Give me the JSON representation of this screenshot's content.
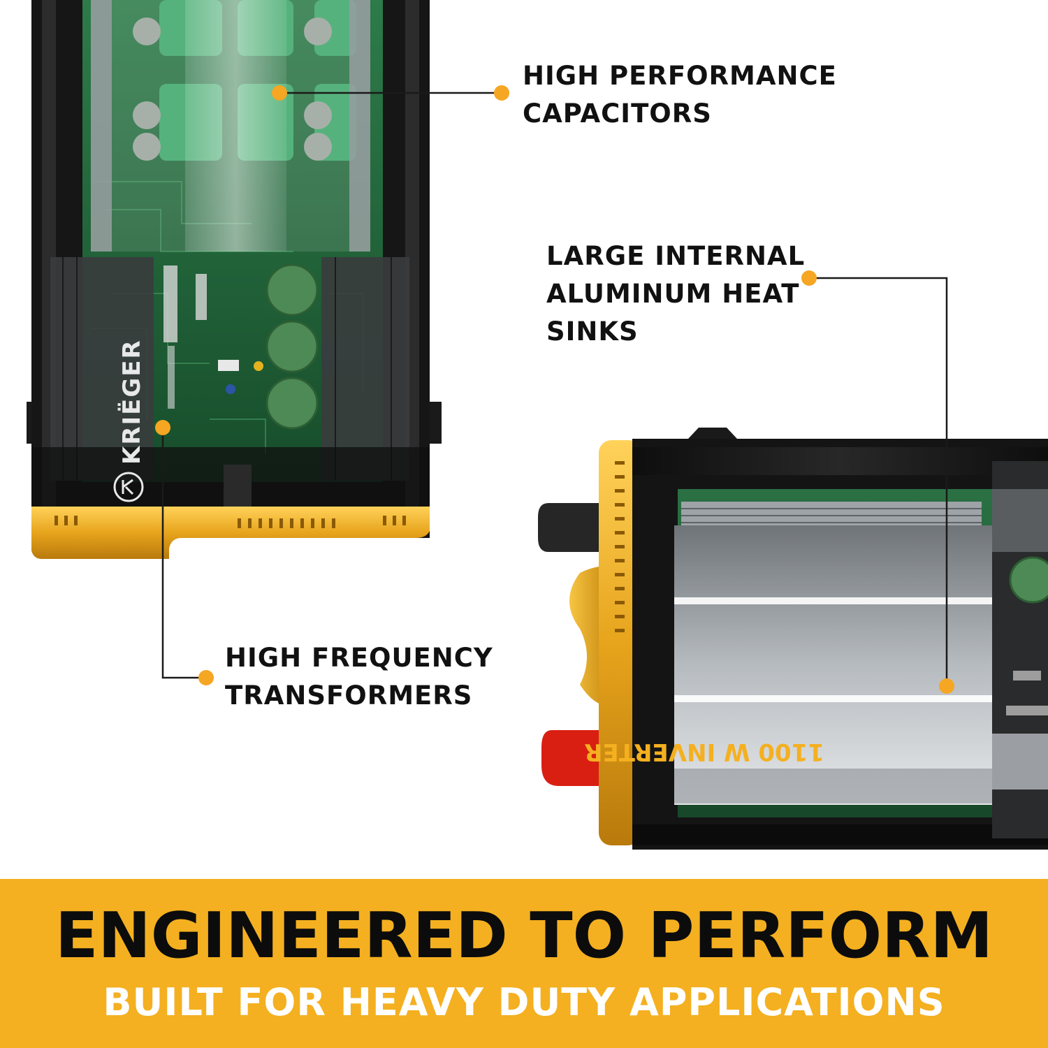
{
  "callouts": {
    "capacitors": {
      "line1": "HIGH PERFORMANCE",
      "line2": "CAPACITORS"
    },
    "heat_sinks": {
      "line1": "LARGE INTERNAL",
      "line2": "ALUMINUM HEAT",
      "line3": "SINKS"
    },
    "transformers": {
      "line1": "HIGH FREQUENCY",
      "line2": "TRANSFORMERS"
    }
  },
  "product": {
    "brand_label": "KRIËGER",
    "model_label": "1100 W INVERTER"
  },
  "banner": {
    "headline": "ENGINEERED TO PERFORM",
    "subline": "BUILT FOR HEAVY DUTY APPLICATIONS"
  },
  "colors": {
    "accent": "#f4b020",
    "callout_dot": "#f5a623",
    "text_dark": "#111111",
    "pcb_green": "#1f6b3a",
    "housing_black": "#1a1a1a"
  }
}
